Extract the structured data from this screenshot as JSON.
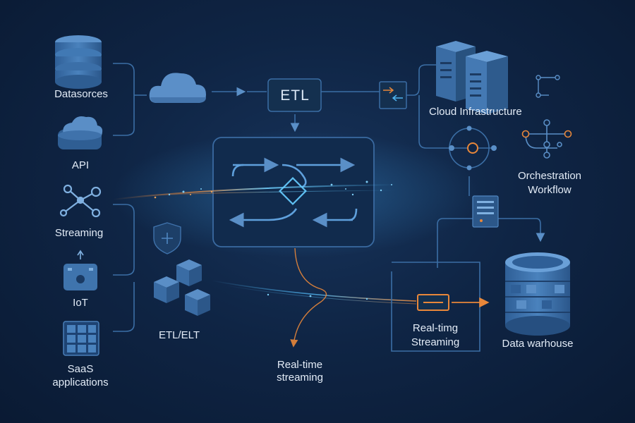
{
  "labels": {
    "datasources": "Datasorces",
    "api": "API",
    "streaming": "Streaming",
    "iot": "IoT",
    "saas_line1": "SaaS",
    "saas_line2": "applications",
    "etl_box": "ETL",
    "etl_elt": "ETL/ELT",
    "realtime_line1": "Real-time",
    "realtime_line2": "streaming",
    "cloud_infra": "Cloud Infrastructure",
    "orch_line1": "Orchestration",
    "orch_line2": "Workflow",
    "rt_box_line1": "Real-timg",
    "rt_box_line2": "Streaming",
    "data_warehouse": "Data warhouse"
  },
  "colors": {
    "background": "#0f2545",
    "line": "#3b6ea5",
    "icon_fill": "#3f74ad",
    "icon_light": "#7fb0e0",
    "accent_blue": "#4fb4f0",
    "accent_orange": "#e8873a",
    "text": "#e3ecf7"
  },
  "icons": [
    "database-icon",
    "cloud-icon",
    "network-icon",
    "iot-device-icon",
    "grid-app-icon",
    "shield-icon",
    "cubes-icon",
    "server-rack-icon",
    "flow-diamond-icon",
    "orchestration-icon"
  ]
}
